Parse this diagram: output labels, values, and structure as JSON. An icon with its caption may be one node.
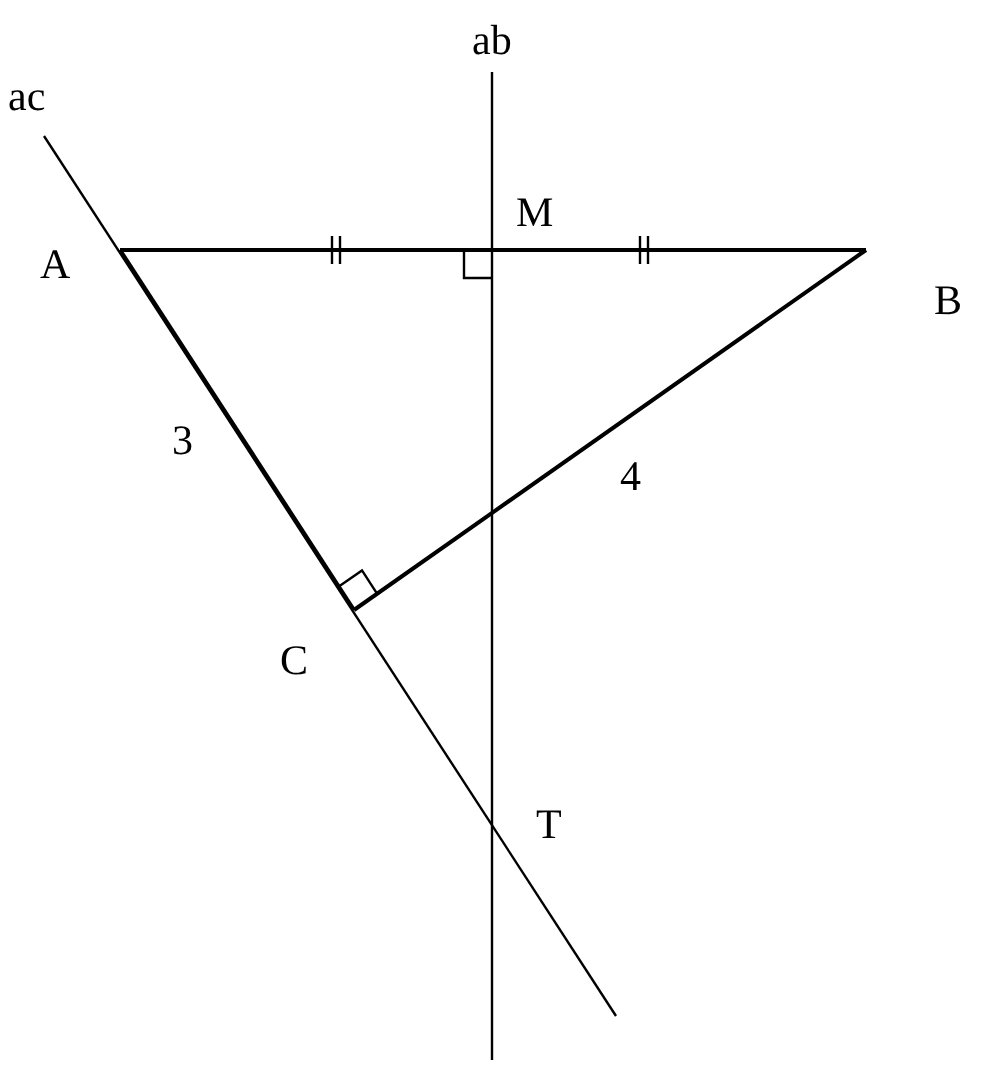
{
  "diagram": {
    "labels": [
      "ac",
      "ab",
      "A",
      "M",
      "B",
      "3",
      "4",
      "C",
      "T"
    ]
  }
}
